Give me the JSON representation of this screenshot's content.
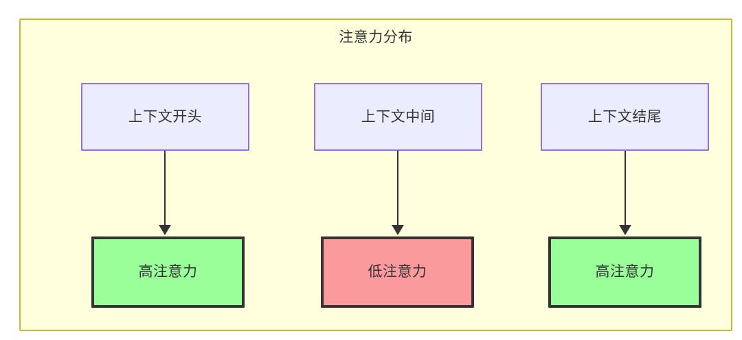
{
  "diagram": {
    "title": "注意力分布",
    "background_color": "#ffffff",
    "container": {
      "fill": "#ffffde",
      "stroke": "#bfbf33"
    },
    "columns": [
      {
        "source": {
          "label": "上下文开头",
          "fill": "#ececff",
          "stroke": "#9370db"
        },
        "target": {
          "label": "高注意力",
          "fill": "#99ff99",
          "stroke": "#333333"
        }
      },
      {
        "source": {
          "label": "上下文中间",
          "fill": "#ececff",
          "stroke": "#9370db"
        },
        "target": {
          "label": "低注意力",
          "fill": "#fa9a9d",
          "stroke": "#333333"
        }
      },
      {
        "source": {
          "label": "上下文结尾",
          "fill": "#ececff",
          "stroke": "#9370db"
        },
        "target": {
          "label": "高注意力",
          "fill": "#99ff99",
          "stroke": "#333333"
        }
      }
    ]
  }
}
